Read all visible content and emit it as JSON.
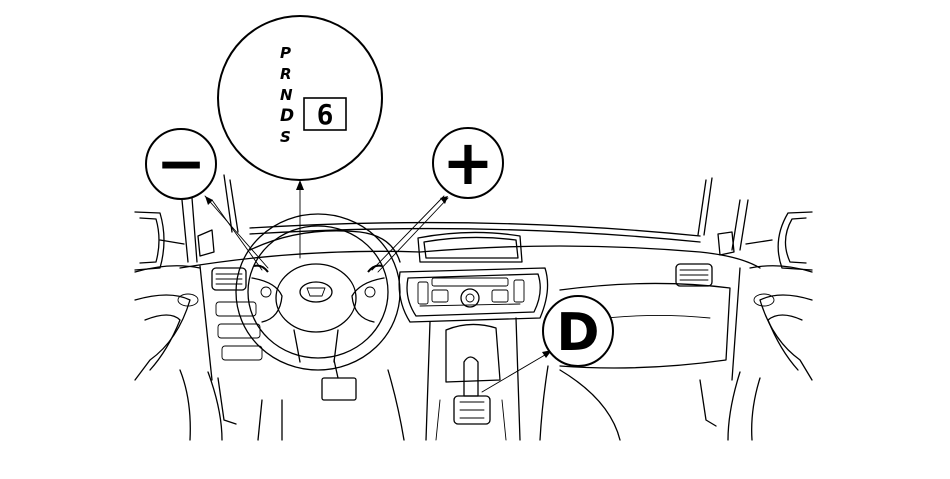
{
  "shift_indicator": {
    "positions": [
      "P",
      "R",
      "N",
      "D",
      "S"
    ],
    "selected": "D",
    "gear_display": "6"
  },
  "callouts": {
    "downshift_paddle_symbol": "−",
    "upshift_paddle_symbol": "+",
    "shift_lever_symbol": "D"
  }
}
